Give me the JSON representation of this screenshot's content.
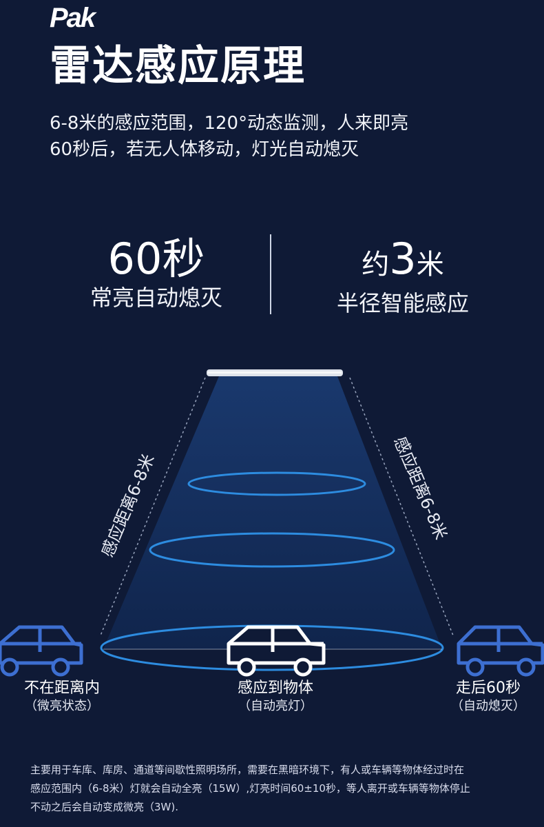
{
  "brand": {
    "logo_text": "Pak"
  },
  "title": "雷达感应原理",
  "intro": {
    "line1": "6-8米的感应范围，120°动态监测，人来即亮",
    "line2": "60秒后，若无人体移动，灯光自动熄灭"
  },
  "stats": [
    {
      "value": "60秒",
      "label": "常亮自动熄灭"
    },
    {
      "prefix": "约",
      "value": "3",
      "suffix": "米",
      "label": "半径智能感应"
    }
  ],
  "diagram": {
    "left_side_text": "感应距离6-8米",
    "right_side_text": "感应距离6-8米",
    "cars": [
      {
        "label": "不在距离内",
        "sub": "（微亮状态）",
        "color": "#3d6fd1"
      },
      {
        "label": "感应到物体",
        "sub": "（自动亮灯）",
        "color": "#ffffff"
      },
      {
        "label": "走后60秒",
        "sub": "（自动熄灭）",
        "color": "#3d6fd1"
      }
    ],
    "colors": {
      "beam": "#132a55",
      "ring": "#2d8ce0",
      "lamp": "#dfe4ec"
    }
  },
  "footnote": {
    "line1": "主要用于车库、库房、通道等间歇性照明场所，需要在黑暗环境下，有人或车辆等物体经过时在",
    "line2": "感应范围内（6-8米）灯就会自动全亮（15W）,灯亮时间60±10秒，等人离开或车辆等物体停止",
    "line3": "不动之后会自动变成微亮（3W)."
  }
}
